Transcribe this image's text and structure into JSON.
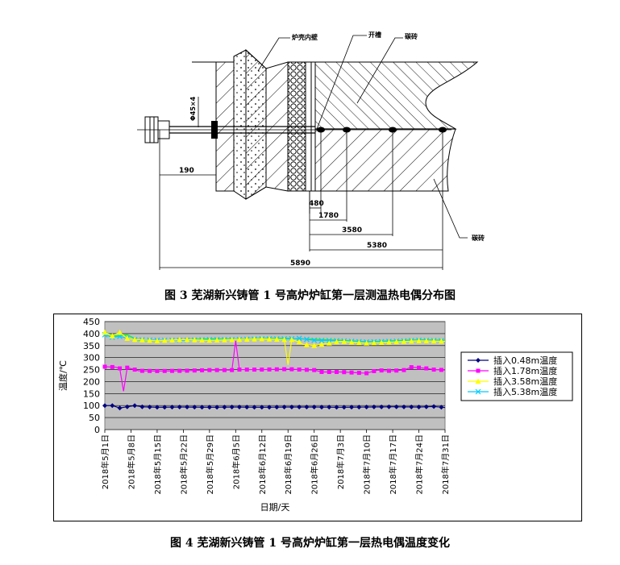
{
  "figure3": {
    "labels": {
      "shell": "炉壳内壁",
      "groove": "开槽",
      "carbon_top": "碳砖",
      "carbon_bottom": "碳砖",
      "pipe": "Φ45×4"
    },
    "dims": [
      "190",
      "480",
      "1780",
      "3580",
      "5380",
      "5890"
    ],
    "caption": "图 3   芜湖新兴铸管 1 号高炉炉缸第一层测温热电偶分布图"
  },
  "figure4": {
    "caption": "图 4   芜湖新兴铸管 1 号高炉炉缸第一层热电偶温度变化"
  },
  "chart_data": {
    "type": "line",
    "xlabel": "日期/天",
    "ylabel": "温度/℃",
    "ylim": [
      0,
      450
    ],
    "yticks": [
      0,
      50,
      100,
      150,
      200,
      250,
      300,
      350,
      400,
      450
    ],
    "grid": true,
    "legend_position": "right",
    "categories": [
      "2018年5月1日",
      "2018年5月8日",
      "2018年5月15日",
      "2018年5月22日",
      "2018年5月29日",
      "2018年6月5日",
      "2018年6月12日",
      "2018年6月19日",
      "2018年6月26日",
      "2018年7月3日",
      "2018年7月10日",
      "2018年7月17日",
      "2018年7月24日",
      "2018年7月31日"
    ],
    "x_days": [
      0,
      7,
      14,
      21,
      28,
      35,
      42,
      49,
      56,
      63,
      70,
      77,
      84,
      91
    ],
    "series": [
      {
        "name": "插入0.48m温度",
        "color": "#000080",
        "marker": "diamond",
        "x": [
          0,
          2,
          4,
          6,
          8,
          10,
          14,
          21,
          28,
          35,
          42,
          49,
          56,
          63,
          70,
          77,
          84,
          88,
          91
        ],
        "values": [
          100,
          100,
          90,
          95,
          100,
          95,
          93,
          94,
          93,
          94,
          93,
          94,
          94,
          93,
          94,
          95,
          94,
          96,
          92
        ]
      },
      {
        "name": "插入1.78m温度",
        "color": "#ff00ff",
        "marker": "square",
        "x": [
          0,
          3,
          4,
          5,
          6,
          8,
          9,
          14,
          21,
          28,
          34,
          35,
          36,
          42,
          49,
          56,
          58,
          63,
          70,
          73,
          75,
          77,
          80,
          82,
          84,
          86,
          88,
          91
        ],
        "values": [
          262,
          260,
          255,
          160,
          258,
          250,
          245,
          244,
          245,
          248,
          248,
          370,
          250,
          250,
          252,
          248,
          240,
          240,
          235,
          248,
          245,
          245,
          248,
          260,
          258,
          255,
          250,
          248
        ]
      },
      {
        "name": "插入3.58m温度",
        "color": "#ffff00",
        "marker": "triangle",
        "x": [
          0,
          2,
          4,
          6,
          8,
          14,
          21,
          28,
          35,
          42,
          48,
          49,
          50,
          52,
          53,
          56,
          63,
          70,
          77,
          84,
          91
        ],
        "values": [
          405,
          390,
          405,
          380,
          375,
          370,
          375,
          372,
          375,
          378,
          375,
          270,
          375,
          365,
          355,
          350,
          368,
          360,
          365,
          370,
          368
        ]
      },
      {
        "name": "插入5.38m温度",
        "color": "#00ccff",
        "marker": "x",
        "x": [
          0,
          2,
          4,
          8,
          14,
          21,
          28,
          35,
          42,
          49,
          52,
          56,
          63,
          70,
          77,
          84,
          91
        ],
        "values": [
          395,
          385,
          388,
          375,
          372,
          372,
          375,
          375,
          378,
          378,
          380,
          372,
          370,
          365,
          368,
          372,
          370
        ]
      },
      {
        "name": "",
        "color": "#00ff00",
        "marker": "none",
        "x": [
          0,
          3,
          6,
          9,
          14,
          21,
          28,
          35,
          42,
          49,
          56,
          63,
          70,
          77,
          84,
          91
        ],
        "values": [
          402,
          390,
          395,
          372,
          370,
          374,
          378,
          376,
          380,
          380,
          376,
          372,
          366,
          370,
          374,
          372
        ]
      }
    ]
  }
}
